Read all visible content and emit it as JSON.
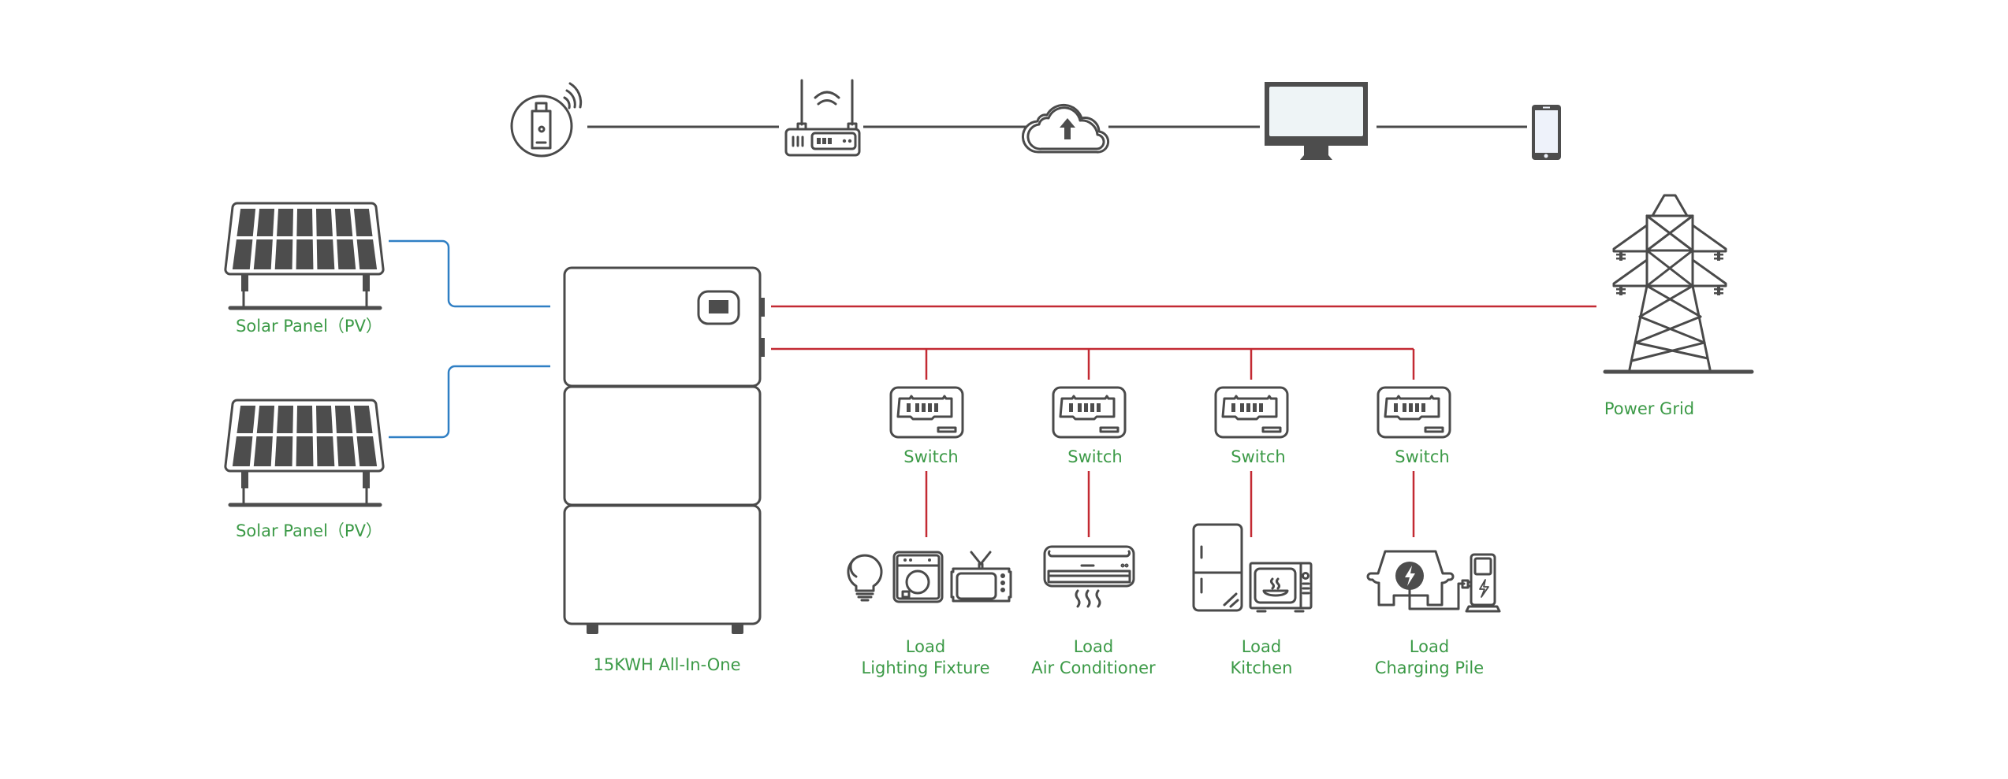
{
  "diagram": {
    "title": "15KWH All-In-One energy storage system wiring",
    "colors": {
      "label_green": "#3c9a47",
      "pv_wire_blue": "#2f7fc4",
      "ac_wire_red": "#c32a33",
      "icon_gray": "#4a4a4a",
      "screen_fill": "#eef4f6"
    },
    "communication_chain": [
      {
        "id": "wifi-dongle",
        "icon": "wifi-dongle-icon"
      },
      {
        "id": "router",
        "icon": "router-icon"
      },
      {
        "id": "cloud",
        "icon": "cloud-upload-icon"
      },
      {
        "id": "monitor",
        "icon": "monitor-icon"
      },
      {
        "id": "phone",
        "icon": "smartphone-icon"
      }
    ],
    "sources": [
      {
        "id": "pv1",
        "label": "Solar Panel（PV）",
        "icon": "solar-panel-icon"
      },
      {
        "id": "pv2",
        "label": "Solar Panel（PV）",
        "icon": "solar-panel-icon"
      }
    ],
    "battery": {
      "label": "15KWH All-In-One",
      "icon": "battery-stack-icon",
      "modules": 3
    },
    "grid": {
      "label": "Power Grid",
      "icon": "transmission-tower-icon"
    },
    "branches": [
      {
        "switch_label": "Switch",
        "load_line1": "Load",
        "load_line2": "Lighting Fixture",
        "icons": [
          "light-bulb-icon",
          "washing-machine-icon",
          "tv-icon"
        ]
      },
      {
        "switch_label": "Switch",
        "load_line1": "Load",
        "load_line2": "Air Conditioner",
        "icons": [
          "air-conditioner-icon"
        ]
      },
      {
        "switch_label": "Switch",
        "load_line1": "Load",
        "load_line2": "Kitchen",
        "icons": [
          "refrigerator-icon",
          "microwave-icon"
        ]
      },
      {
        "switch_label": "Switch",
        "load_line1": "Load",
        "load_line2": "Charging Pile",
        "icons": [
          "electric-car-icon",
          "ev-charger-icon"
        ]
      }
    ]
  }
}
